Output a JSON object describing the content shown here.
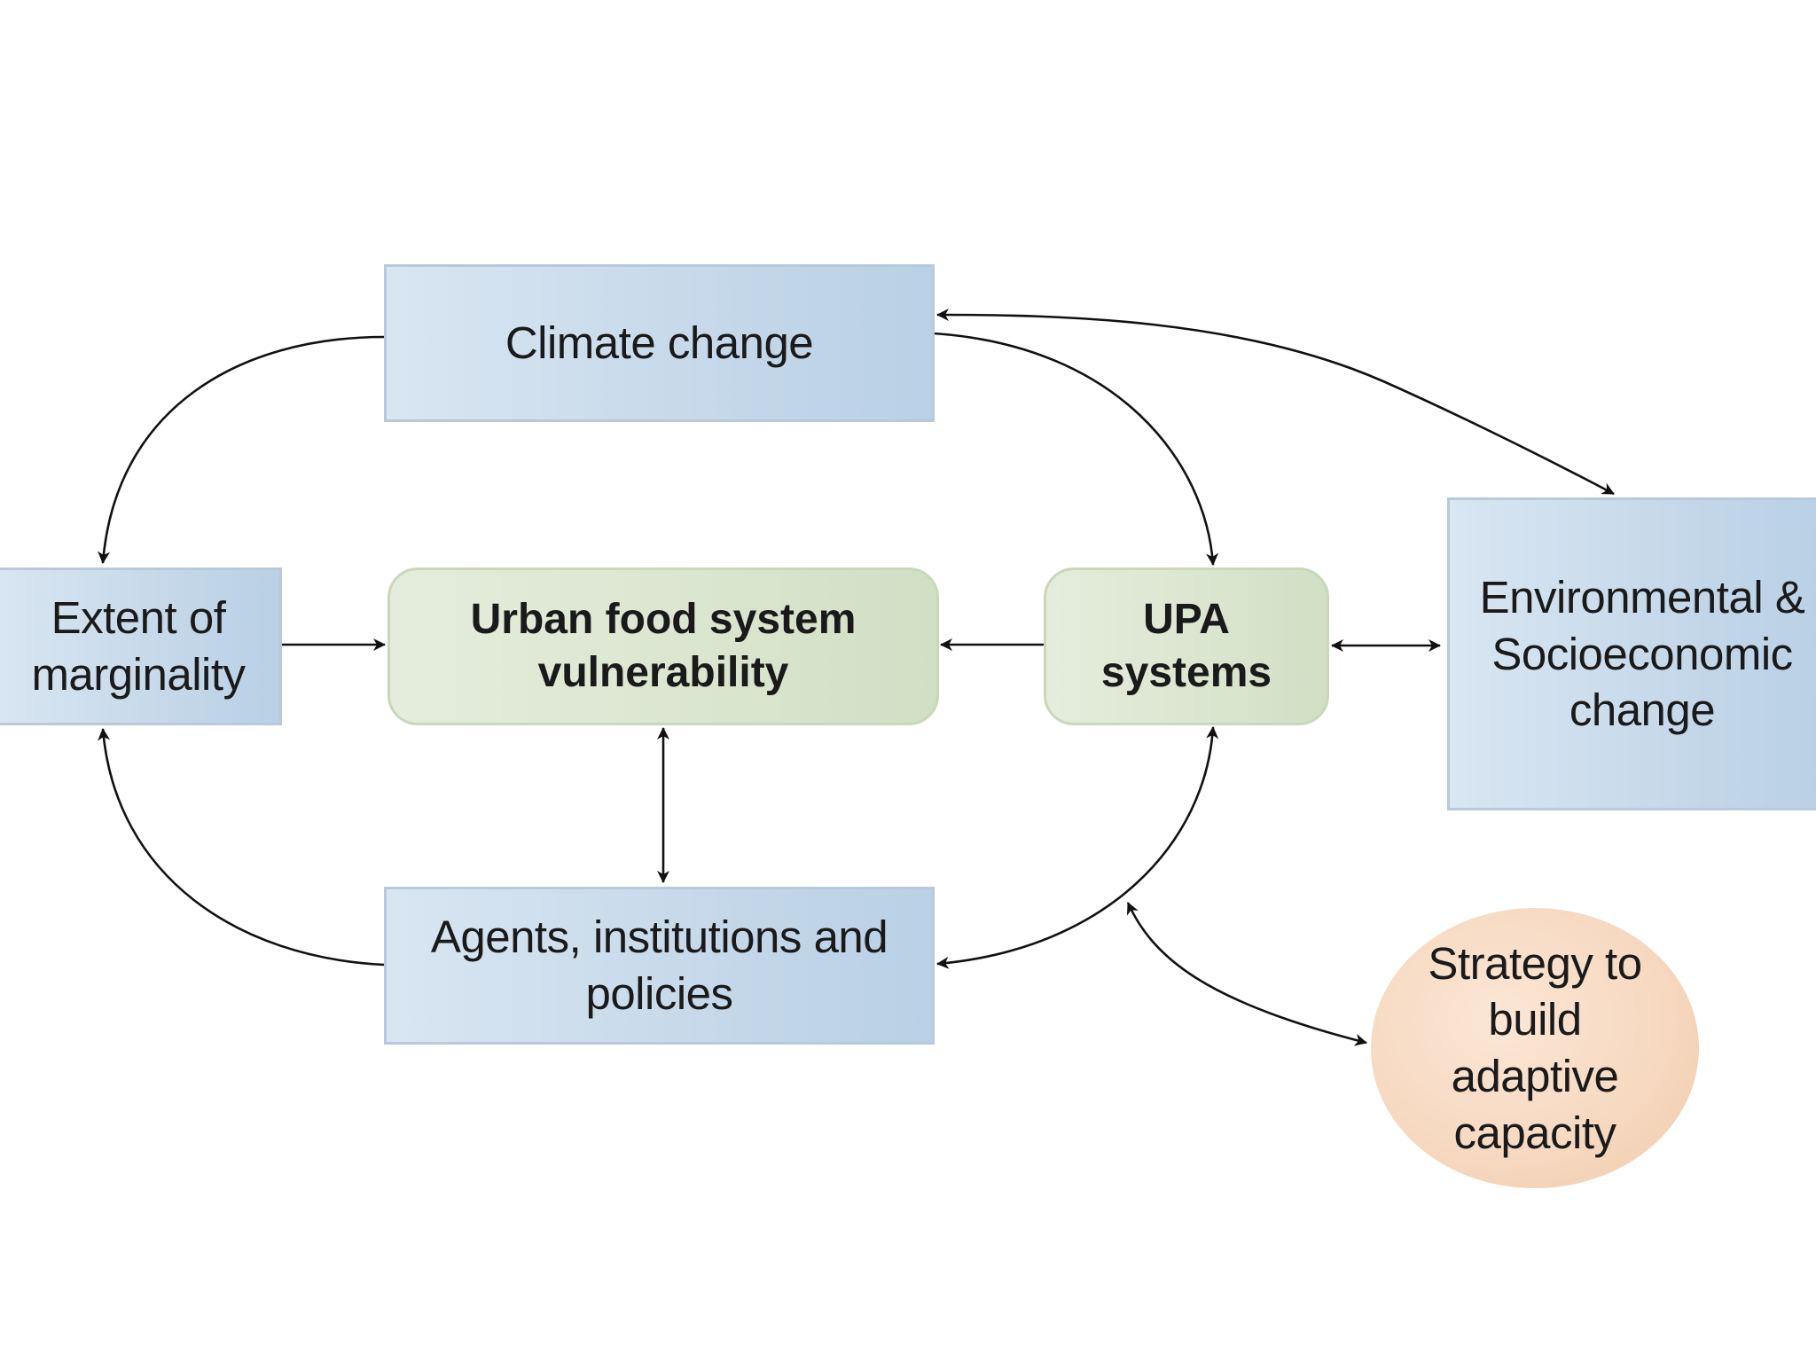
{
  "diagram": {
    "climate_change": "Climate change",
    "extent_marginality": "Extent of marginality",
    "urban_food_vulnerability": "Urban food system vulnerability",
    "upa_systems": "UPA systems",
    "env_socio_change": "Environmental & Socioeconomic change",
    "agents_institutions": "Agents, institutions and policies",
    "strategy_adaptive": "Strategy to build adaptive capacity"
  },
  "colors": {
    "blue_box": "#c7d9ea",
    "green_box": "#dbe6d0",
    "orange_circle": "#f6d8bf",
    "arrow": "#111111"
  }
}
